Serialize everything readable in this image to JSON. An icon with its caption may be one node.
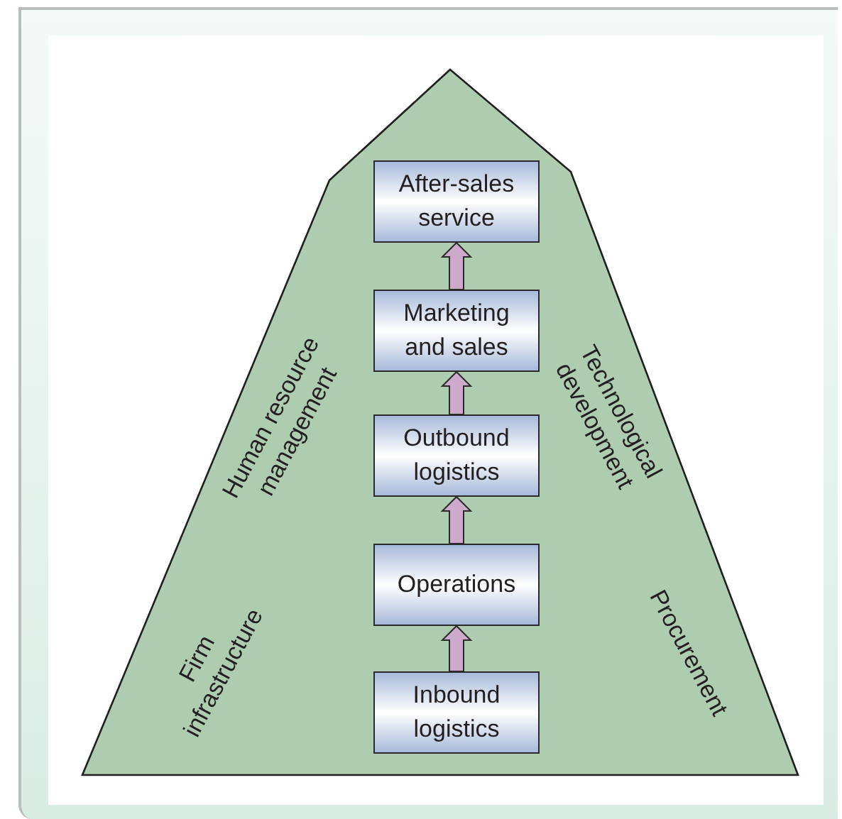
{
  "diagram": {
    "nodes": [
      {
        "text": [
          "Human resource management",
          "Firm infrastructure",
          "Technological development",
          "Procurement"
        ]
      },
      {
        "text": [
          "After-sales service"
        ],
        "in": 0
      },
      {
        "text": [
          "Marketing and sales"
        ],
        "in": 0
      },
      {
        "text": [
          "Outbound logistics"
        ],
        "in": 0
      },
      {
        "text": [
          "Operations"
        ],
        "in": 0
      },
      {
        "text": [
          "Inbound logistics"
        ],
        "in": 0
      }
    ],
    "edges": [
      {
        "from": 5,
        "to": 4,
        "arrow": "to"
      },
      {
        "from": 4,
        "to": 3,
        "arrow": "to"
      },
      {
        "from": 3,
        "to": 2,
        "arrow": "to"
      },
      {
        "from": 2,
        "to": 1,
        "arrow": "to"
      }
    ]
  }
}
